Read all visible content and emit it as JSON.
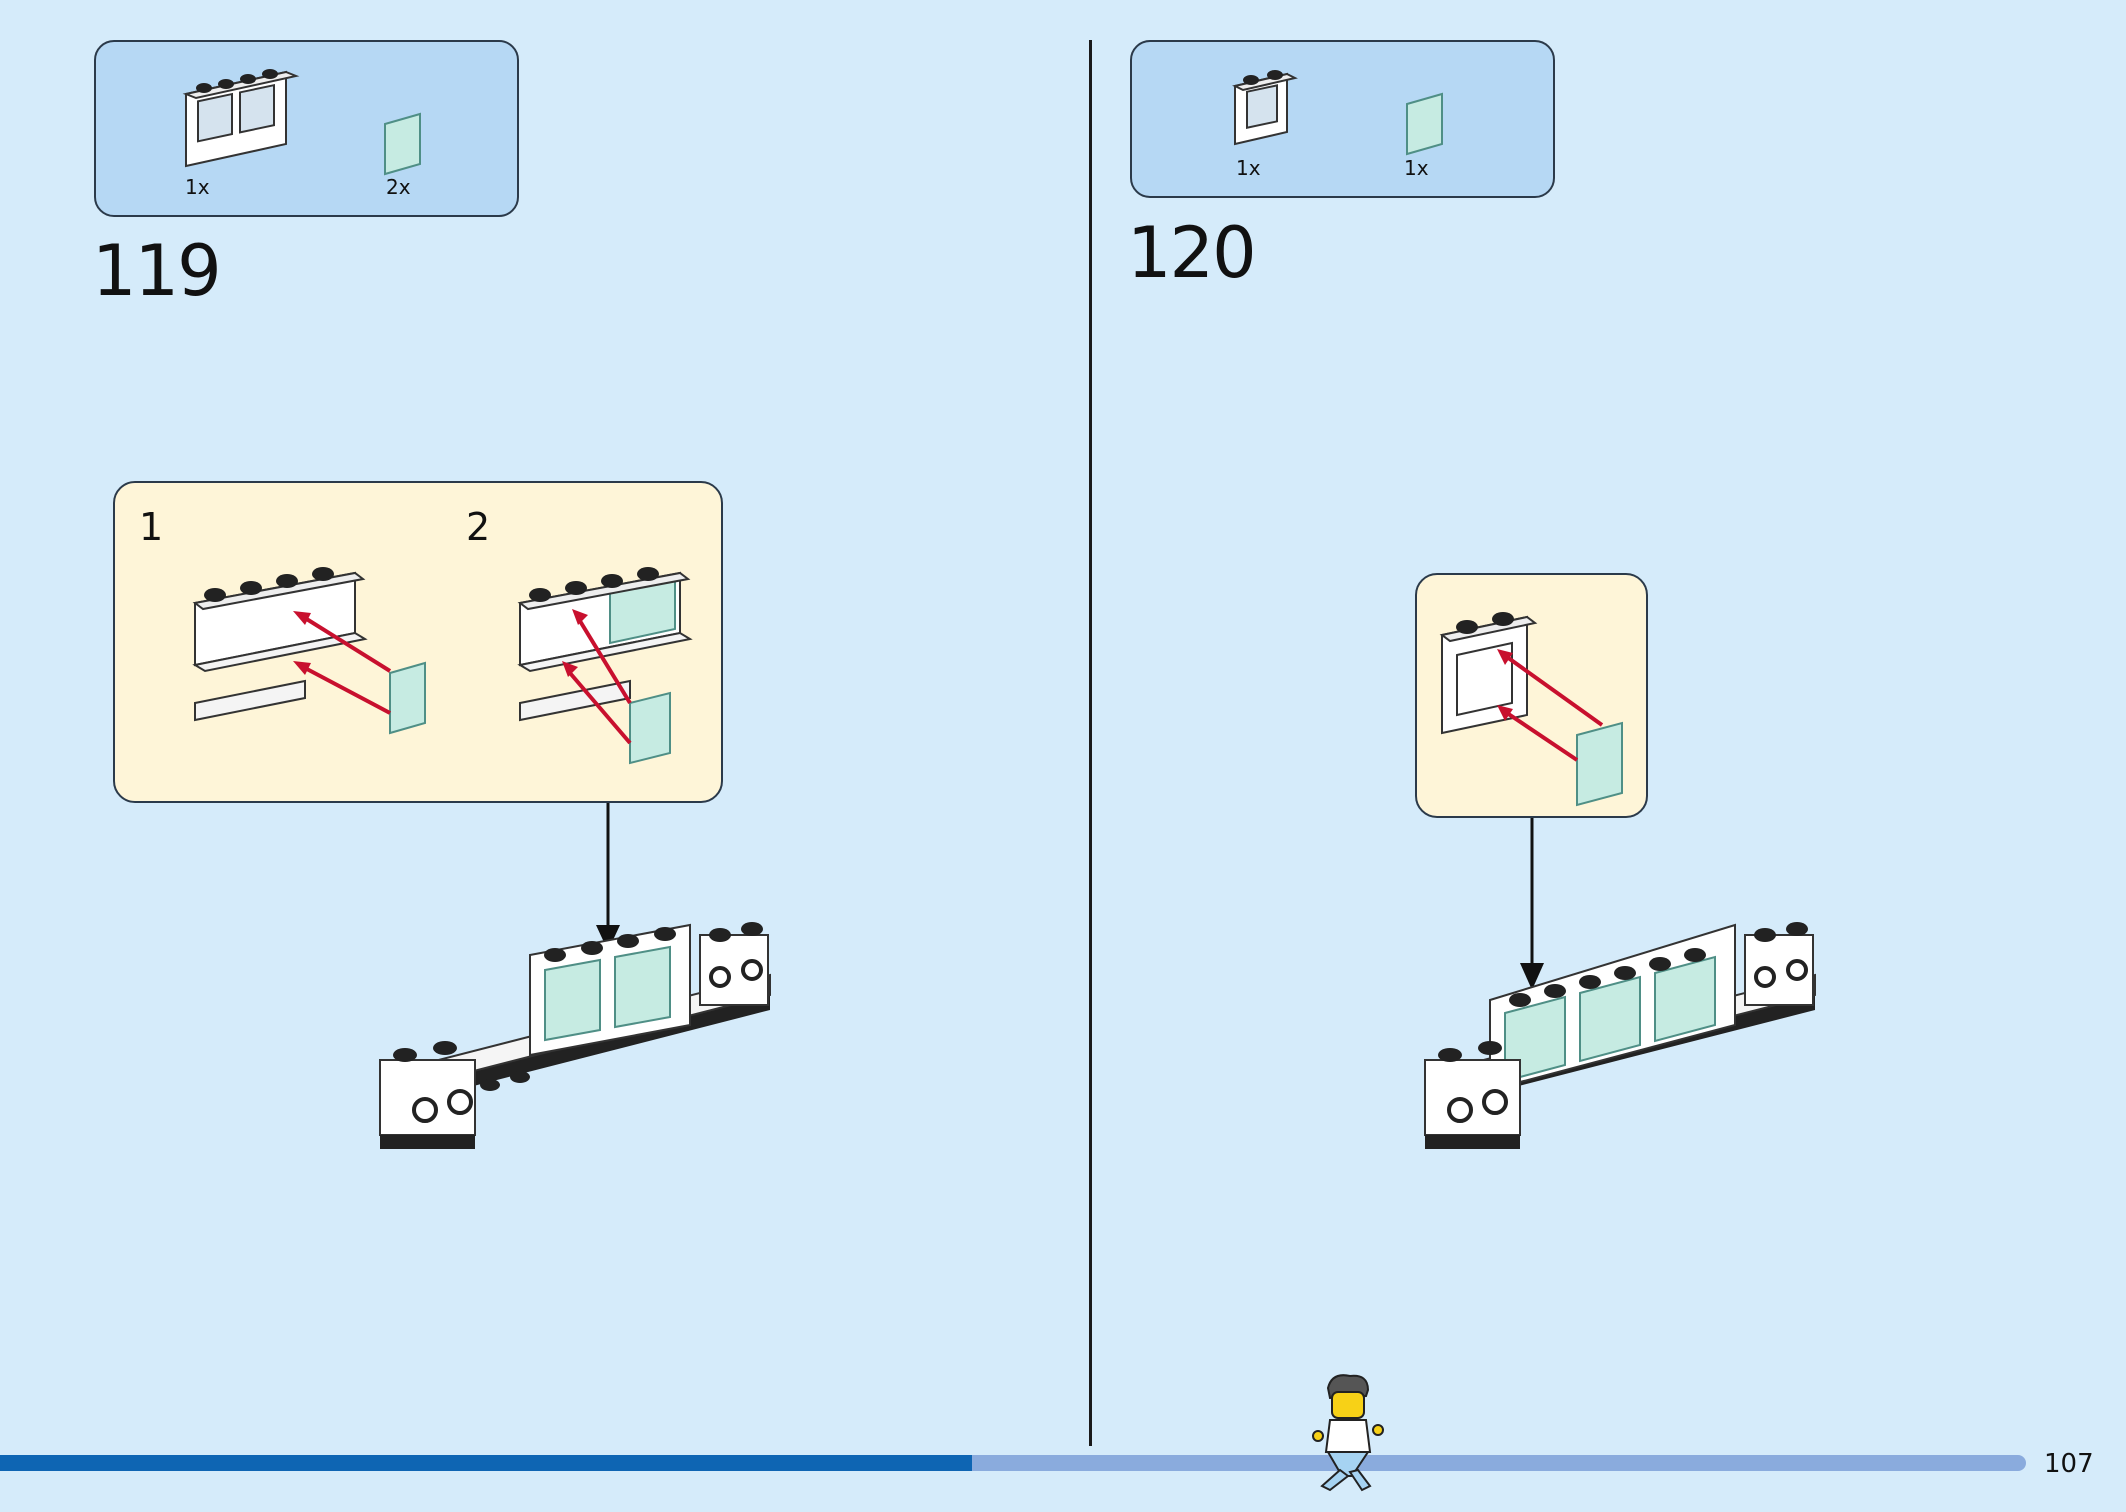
{
  "page": {
    "number": "107",
    "background": "#d5ebfa"
  },
  "progress": {
    "fraction": 0.48,
    "track_color": "#8aabdd",
    "fill_color": "#0e65b3"
  },
  "steps": [
    {
      "number": "119",
      "parts": [
        {
          "icon": "white-window-frame-2-pane-icon",
          "quantity": "1x"
        },
        {
          "icon": "trans-light-blue-glass-pane-icon",
          "quantity": "2x"
        }
      ],
      "substeps": [
        {
          "number": "1"
        },
        {
          "number": "2"
        }
      ]
    },
    {
      "number": "120",
      "parts": [
        {
          "icon": "white-window-frame-1-pane-icon",
          "quantity": "1x"
        },
        {
          "icon": "trans-light-blue-glass-pane-icon",
          "quantity": "1x"
        }
      ]
    }
  ],
  "colors": {
    "parts_box": "#b6d8f4",
    "callout_box": "#fef5d8",
    "arrow_red": "#c8102e",
    "glass": "#c6ebe2"
  }
}
